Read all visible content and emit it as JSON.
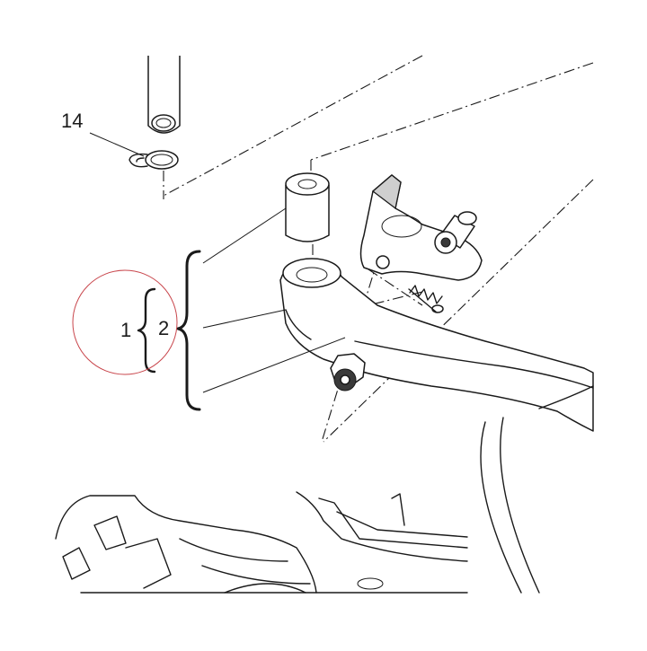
{
  "diagram": {
    "callouts": {
      "hose_clamp": "14",
      "lever_assembly": "1",
      "lever_subassembly": "2"
    },
    "highlight_color": "#c8454b",
    "line_color": "#1a1a1a"
  }
}
